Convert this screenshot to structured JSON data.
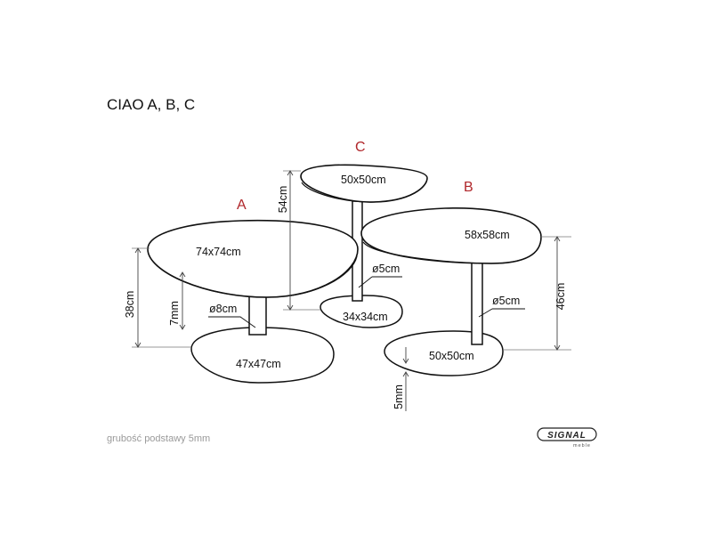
{
  "title": "CIAO A, B, C",
  "tables": {
    "a": {
      "letter": "A",
      "top_size": "74x74cm",
      "base_size": "47x47cm",
      "leg_diameter": "ø8cm",
      "height": "38cm",
      "base_offset": "7mm"
    },
    "b": {
      "letter": "B",
      "top_size": "58x58cm",
      "base_size": "50x50cm",
      "leg_diameter": "ø5cm",
      "height": "46cm",
      "base_thickness": "5mm"
    },
    "c": {
      "letter": "C",
      "top_size": "50x50cm",
      "base_size": "34x34cm",
      "leg_diameter": "ø5cm",
      "height": "54cm"
    }
  },
  "footnote": "grubość podstawy 5mm",
  "logo": {
    "name": "SIGNAL",
    "tagline": "meble"
  },
  "colors": {
    "letters": "#b0262a",
    "lines": "#111111",
    "footnote": "#9a9a9a"
  }
}
